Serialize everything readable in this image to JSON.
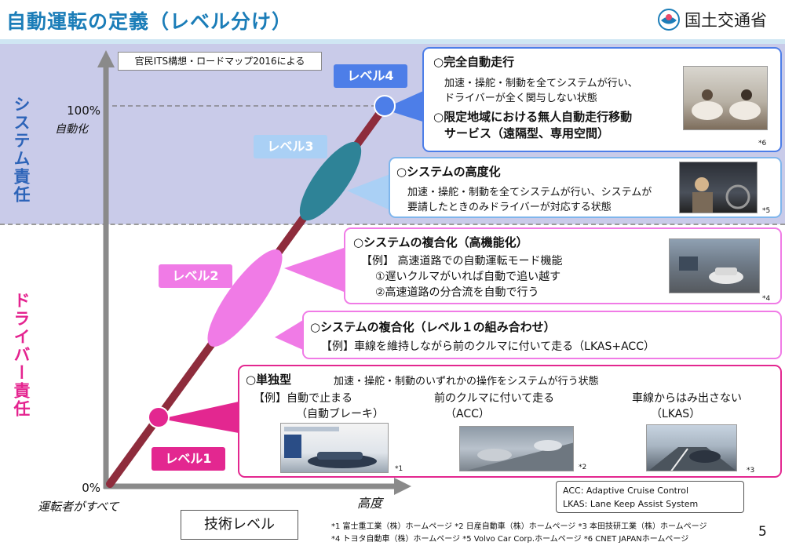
{
  "header": {
    "title": "自動運転の定義（レベル分け）",
    "ministry": "国土交通省"
  },
  "zones": {
    "system": "システム責任",
    "driver": "ドライバー責任"
  },
  "source_note": "官民ITS構想・ロードマップ2016による",
  "y_axis": {
    "top_value": "100%",
    "top_sub": "自動化",
    "bottom_value": "0%",
    "bottom_sub": "運転者がすべて"
  },
  "x_axis": {
    "label": "高度",
    "box_label": "技術レベル"
  },
  "levels": {
    "l1": "レベル1",
    "l2": "レベル2",
    "l3": "レベル3",
    "l4": "レベル4"
  },
  "colors": {
    "l1": "#e32790",
    "l2": "#f07be6",
    "l3": "#2e8397",
    "l4": "#4d7ee8",
    "diag": "#8e2c3c",
    "system_zone": "#c9cbe9",
    "title": "#1b7db8"
  },
  "box4": {
    "h1": "○完全自動走行",
    "t1": "加速・操舵・制動を全てシステムが行い、",
    "t2": "ドライバーが全く関与しない状態",
    "h2a": "○限定地域における無人自動走行移動",
    "h2b": "サービス（遠隔型、専用空間）",
    "ref": "*6"
  },
  "box3": {
    "h": "○システムの高度化",
    "t1": "加速・操舵・制動を全てシステムが行い、システムが",
    "t2": "要請したときのみドライバーが対応する状態",
    "ref": "*5"
  },
  "box2": {
    "h": "○システムの複合化（高機能化）",
    "t1": "【例】 高速道路での自動運転モード機能",
    "t2": "①遅いクルマがいれば自動で追い越す",
    "t3": "②高速道路の分合流を自動で行う",
    "ref": "*4"
  },
  "box_combo": {
    "h": "○システムの複合化（レベル１の組み合わせ）",
    "t1": "【例】車線を維持しながら前のクルマに付いて走る（LKAS+ACC）"
  },
  "box1": {
    "h": "○単独型",
    "desc": "加速・操舵・制動のいずれかの操作をシステムが行う状態",
    "ex1a": "【例】自動で止まる",
    "ex1b": "（自動ブレーキ）",
    "ex2a": "前のクルマに付いて走る",
    "ex2b": "（ACC）",
    "ex3a": "車線からはみ出さない",
    "ex3b": "（LKAS）",
    "ref1": "*1",
    "ref2": "*2",
    "ref3": "*3"
  },
  "abbr": {
    "acc": "ACC:  Adaptive Cruise Control",
    "lkas": "LKAS: Lane Keep Assist System"
  },
  "credits": {
    "line1": "*1 富士重工業（株）ホームページ  *2 日産自動車（株）ホームページ  *3 本田技研工業（株）ホームページ",
    "line2": "*4 トヨタ自動車（株）ホームページ   *5 Volvo Car Corp.ホームページ  *6 CNET JAPANホームページ"
  },
  "page_number": "5"
}
